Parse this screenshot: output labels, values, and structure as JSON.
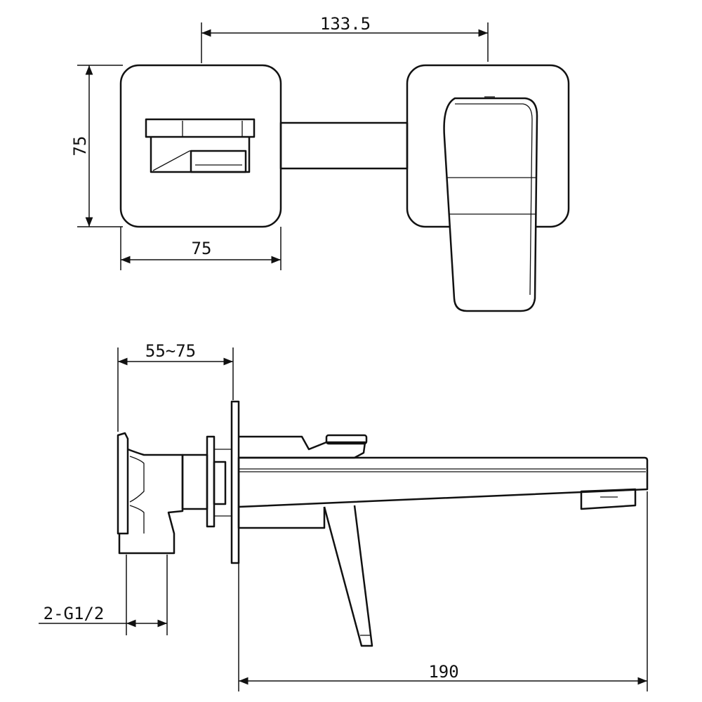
{
  "drawing": {
    "top_view": {
      "dim_centers": "133.5",
      "dim_plate_height": "75",
      "dim_plate_width": "75"
    },
    "side_view": {
      "dim_wall_depth": "55~75",
      "dim_inlet": "2-G1/2",
      "dim_spout_length": "190"
    },
    "colors": {
      "line": "#111111",
      "background": "#ffffff"
    }
  }
}
